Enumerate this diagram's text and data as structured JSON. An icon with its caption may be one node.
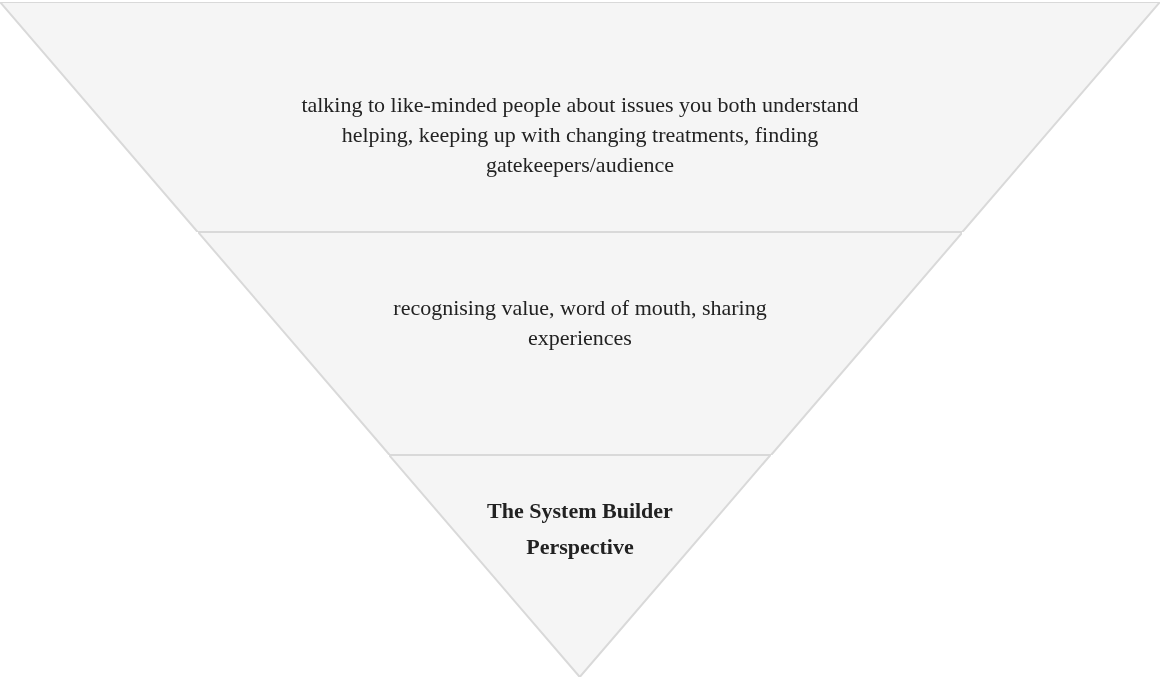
{
  "diagram": {
    "nodes": [
      {
        "text": [
          "talking to like-minded people about issues you both understand helping, keeping up with changing treatments, finding gatekeepers/audience"
        ]
      },
      {
        "text": [
          "recognising value, word of mouth, sharing experiences"
        ]
      },
      {
        "text": [
          "The System Builder Perspective"
        ]
      }
    ]
  }
}
